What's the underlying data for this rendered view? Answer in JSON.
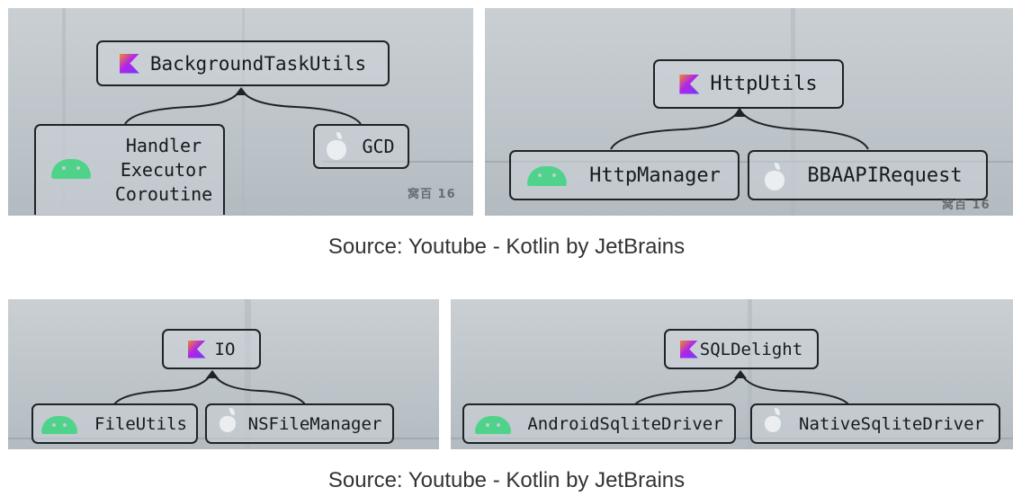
{
  "figure_1": {
    "left_panel": {
      "parent": "BackgroundTaskUtils",
      "android_lines": [
        "Handler",
        "Executor",
        "Coroutine"
      ],
      "ios_label": "GCD",
      "watermark": "窝百 16"
    },
    "right_panel": {
      "parent": "HttpUtils",
      "android_label": "HttpManager",
      "ios_label": "BBAAPIRequest",
      "watermark": "窝百 16"
    },
    "caption": "Source: Youtube - Kotlin by JetBrains"
  },
  "figure_2": {
    "left_panel": {
      "parent": "IO",
      "android_label": "FileUtils",
      "ios_label": "NSFileManager"
    },
    "right_panel": {
      "parent": "SQLDelight",
      "android_label": "AndroidSqliteDriver",
      "ios_label": "NativeSqliteDriver"
    },
    "caption": "Source: Youtube - Kotlin by JetBrains"
  },
  "icons": {
    "kotlin": "kotlin-logo-icon",
    "android": "android-icon",
    "apple": "apple-icon"
  },
  "colors": {
    "kotlin_gradient": [
      "#f08a24",
      "#b125ea",
      "#6d3cf5"
    ],
    "android_green": "#4fd38a",
    "box_border": "#1e2326"
  }
}
